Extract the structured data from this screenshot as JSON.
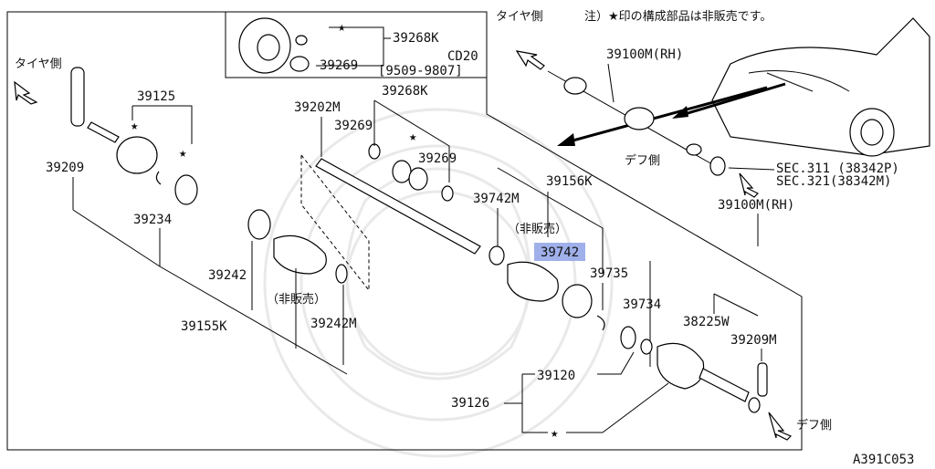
{
  "diagram": {
    "watermark_code": "A391C053",
    "note": "注）★印の構成部品は非販売です。",
    "tire_side": "タイヤ側",
    "diff_side": "デフ側",
    "not_for_sale": "（非販売）",
    "star": "★",
    "inset": {
      "part_a": "39268K",
      "part_b": "39269",
      "engine": "CD20",
      "period": "[9509-9807]"
    },
    "parts": {
      "p39125": "39125",
      "p39209_left": "39209",
      "p39234": "39234",
      "p39202M": "39202M",
      "p39268K": "39268K",
      "p39269_a": "39269",
      "p39269_b": "39269",
      "p39242": "39242",
      "p39155K": "39155K",
      "p39242M": "39242M",
      "p39742M": "39742M",
      "p39156K": "39156K",
      "p39742": "39742",
      "p39735": "39735",
      "p39734": "39734",
      "p38225W": "38225W",
      "p39209M": "39209M",
      "p39120": "39120",
      "p39126": "39126",
      "p39100M_top": "39100M(RH)",
      "p39100M_right": "39100M(RH)",
      "sec311": "SEC.311 (38342P)",
      "sec321": "SEC.321(38342M)"
    },
    "highlight_color": "#8fa2e6"
  }
}
